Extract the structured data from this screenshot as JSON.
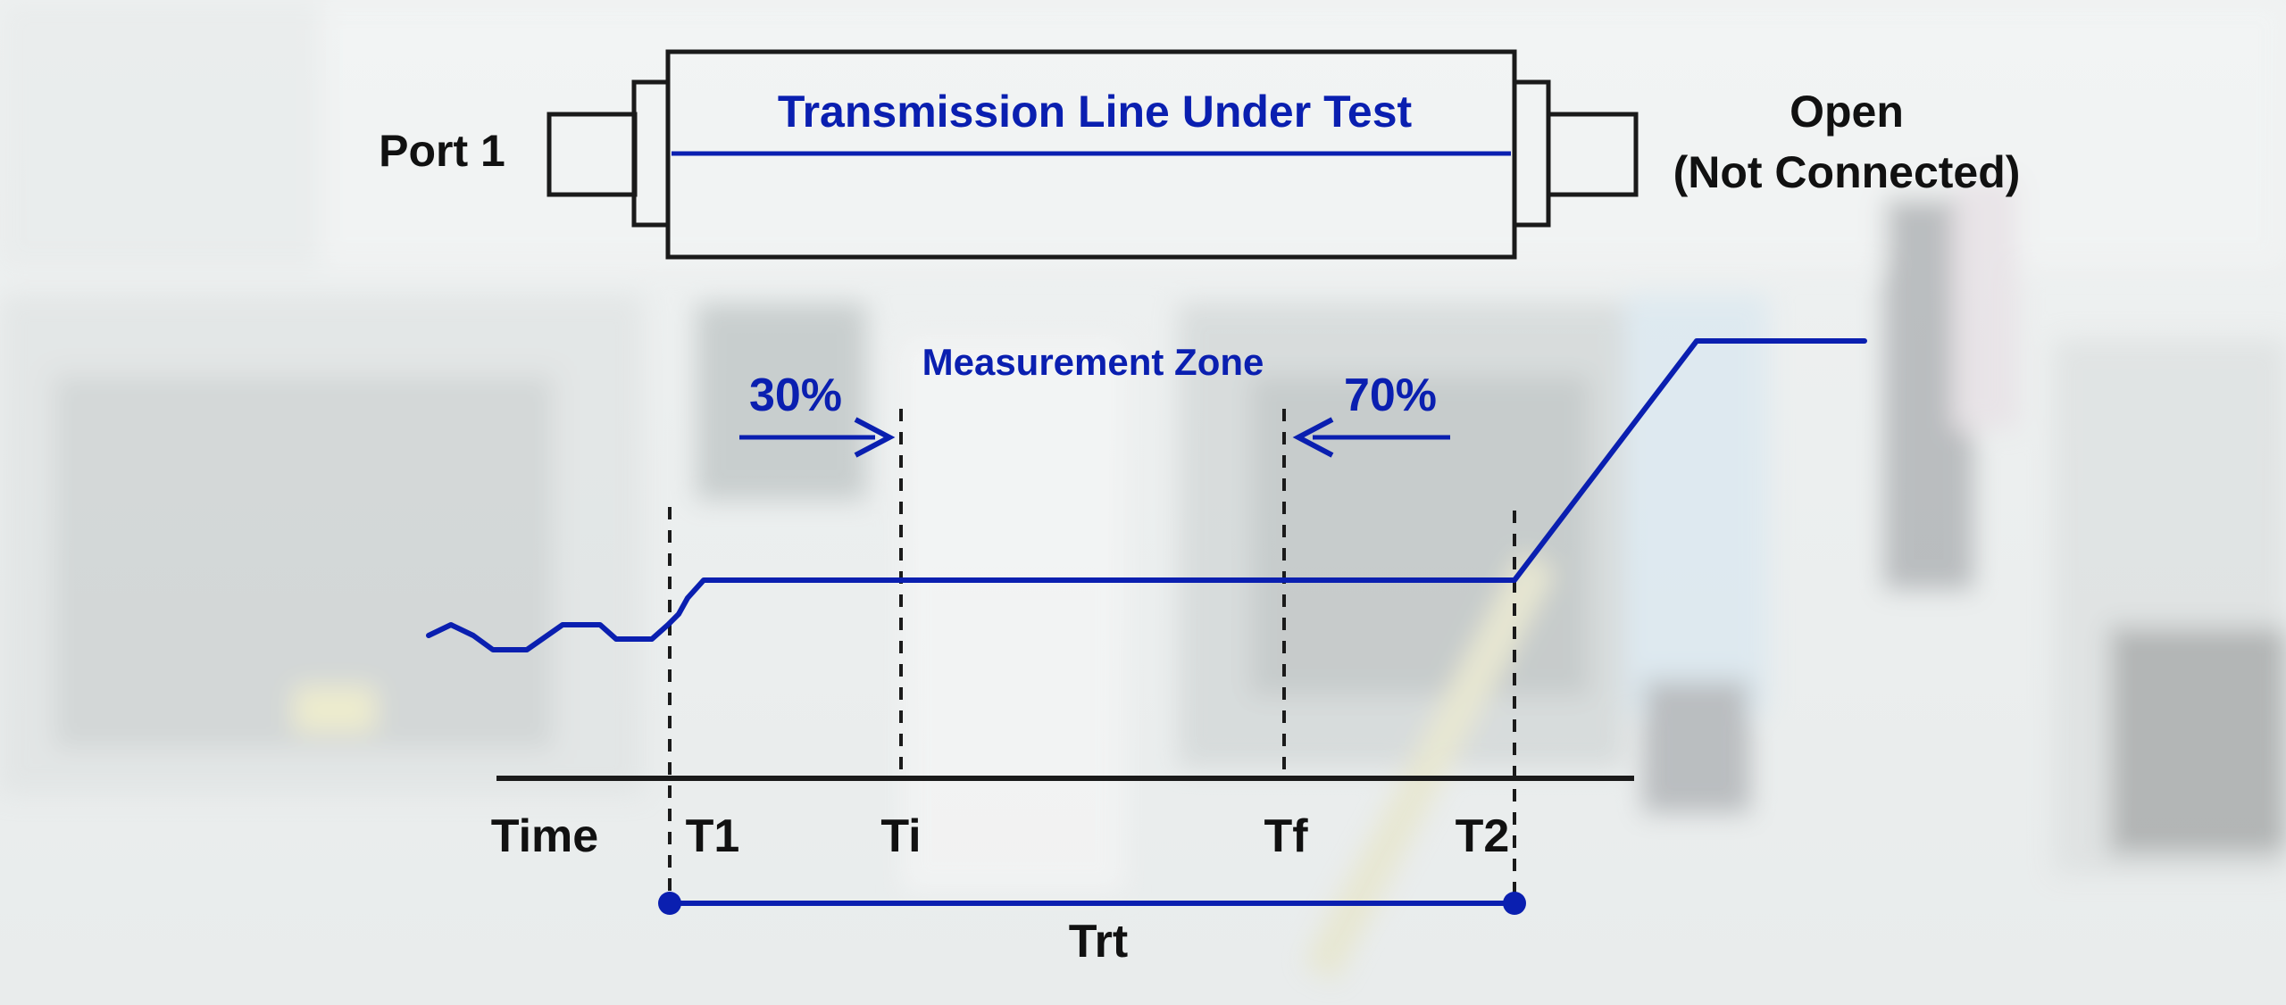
{
  "diagram": {
    "line_title": "Transmission Line Under Test",
    "port_label": "Port 1",
    "open_label_line1": "Open",
    "open_label_line2": "(Not Connected)",
    "zone_label": "Measurement Zone",
    "start_percent": "30%",
    "end_percent": "70%",
    "time_axis_label": "Time",
    "t1_label": "T1",
    "ti_label": "Ti",
    "tf_label": "Tf",
    "t2_label": "T2",
    "span_label": "Trt"
  },
  "colors": {
    "accent_blue": "#0a1fb0",
    "ink": "#111111",
    "background": "#e9ecec"
  },
  "icons": [
    "connector-left-icon",
    "connector-right-icon",
    "arrow-right-icon",
    "arrow-left-icon"
  ]
}
